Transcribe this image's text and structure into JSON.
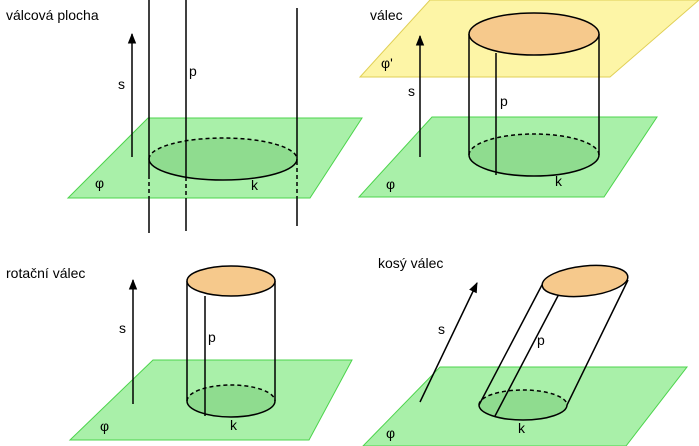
{
  "panels": {
    "cylindrical_surface": {
      "title": "válcová plocha",
      "label_s": "s",
      "label_p": "p",
      "label_k": "k",
      "label_plane": "φ"
    },
    "cylinder": {
      "title": "válec",
      "label_s": "s",
      "label_p": "p",
      "label_k": "k",
      "label_plane": "φ",
      "label_top_plane": "φ'"
    },
    "rotational_cylinder": {
      "title": "rotační válec",
      "label_s": "s",
      "label_p": "p",
      "label_k": "k",
      "label_plane": "φ"
    },
    "oblique_cylinder": {
      "title": "kosý válec",
      "label_s": "s",
      "label_p": "p",
      "label_k": "k",
      "label_plane": "φ"
    }
  },
  "colors": {
    "plane_green": "#a9f0a9",
    "plane_green_edge": "#4cd44c",
    "plane_yellow": "#fdf5a6",
    "base_green": "#8fdc8f",
    "top_orange": "#f6c98c"
  }
}
